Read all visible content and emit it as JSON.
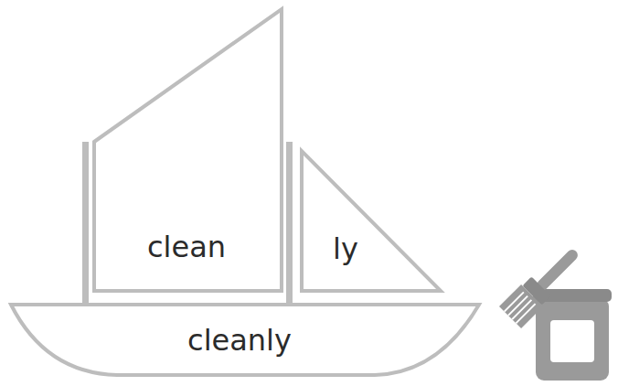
{
  "diagram": {
    "nodes": [
      {
        "text": [
          "clean"
        ]
      },
      {
        "text": [
          "ly"
        ]
      },
      {
        "text": [
          "cleanly"
        ]
      }
    ]
  }
}
